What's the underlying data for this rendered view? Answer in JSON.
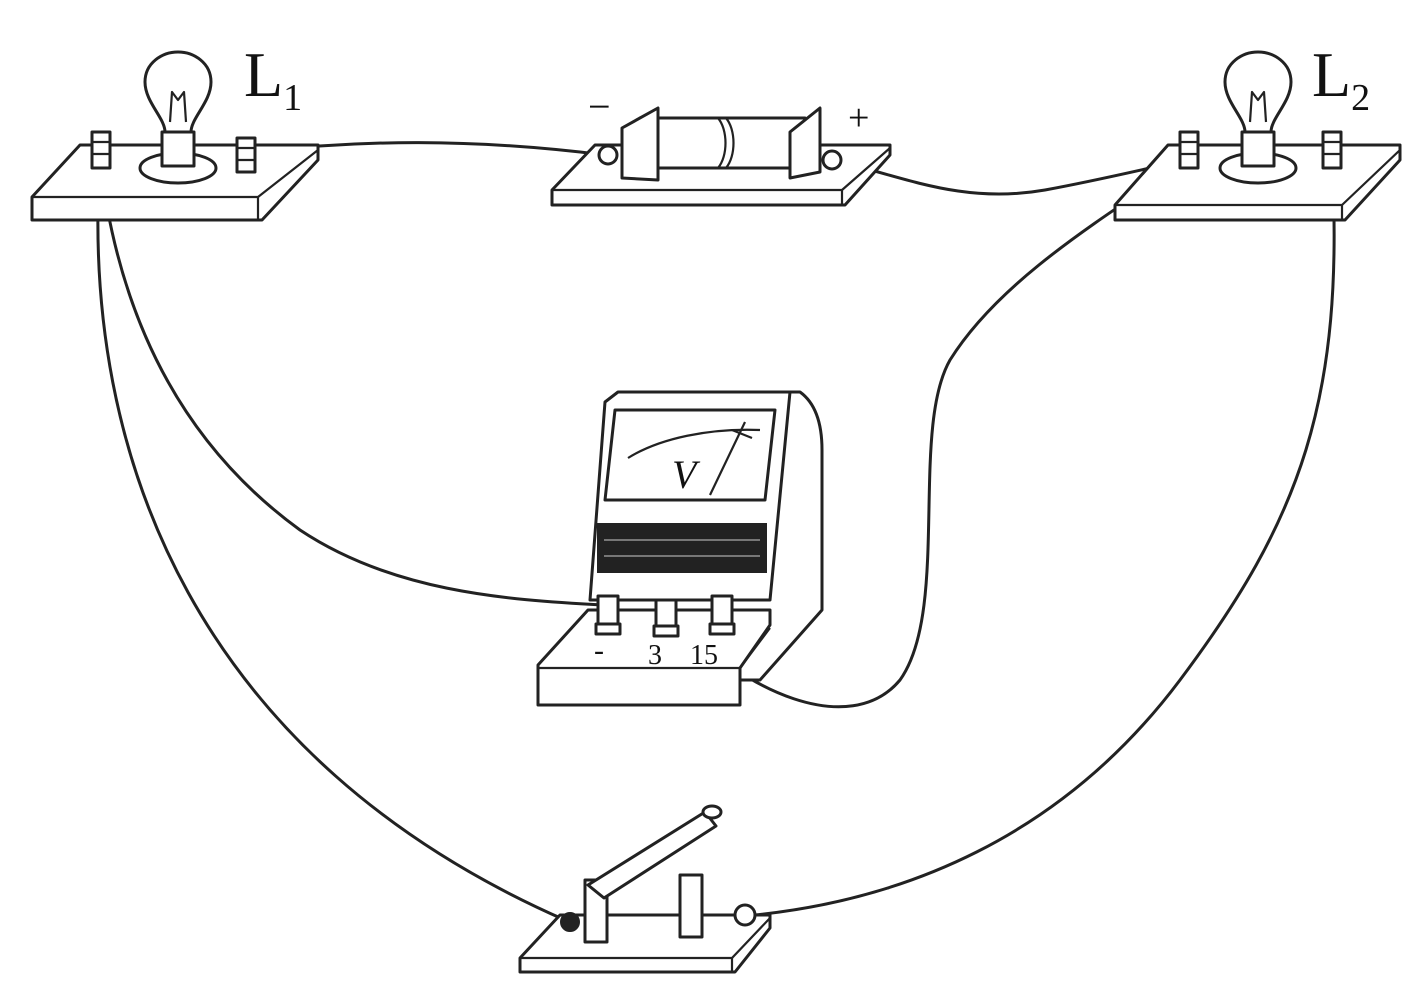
{
  "labels": {
    "lamp1": {
      "letter": "L",
      "sub": "1"
    },
    "lamp2": {
      "letter": "L",
      "sub": "2"
    },
    "battery_neg": "−",
    "battery_pos": "+",
    "voltmeter": "V",
    "terminal_neg": "-",
    "terminal_3": "3",
    "terminal_15": "15"
  }
}
